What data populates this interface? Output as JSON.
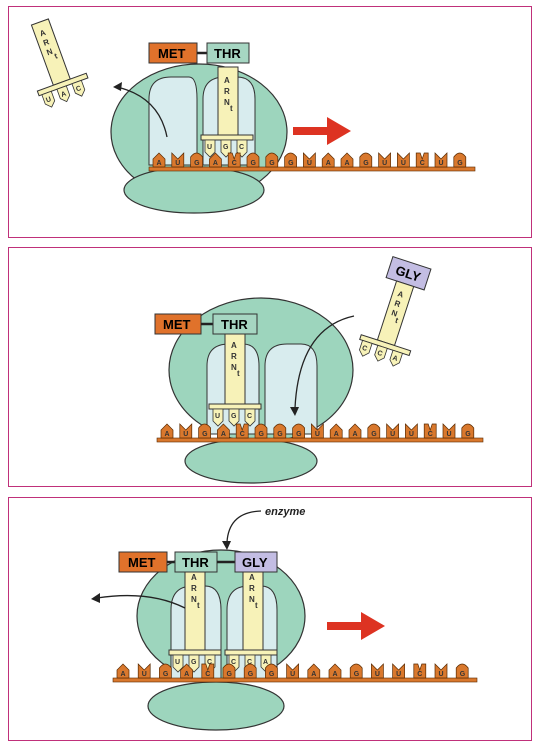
{
  "panel1": {
    "amino_acids": [
      "MET",
      "THR"
    ],
    "leaving_trna": {
      "letters": [
        "A",
        "R",
        "N",
        "t"
      ],
      "anticodon": [
        "U",
        "A",
        "C"
      ]
    },
    "site_trna": {
      "letters": [
        "A",
        "R",
        "N",
        "t"
      ],
      "anticodon": [
        "U",
        "G",
        "C"
      ]
    },
    "mrna": [
      "A",
      "U",
      "G",
      "A",
      "C",
      "G",
      "G",
      "G",
      "U",
      "A",
      "A",
      "G",
      "U",
      "U",
      "C",
      "U",
      "G"
    ]
  },
  "panel2": {
    "amino_acids": [
      "MET",
      "THR"
    ],
    "incoming_aa": "GLY",
    "incoming_trna": {
      "letters": [
        "A",
        "R",
        "N",
        "t"
      ],
      "anticodon": [
        "C",
        "C",
        "A"
      ]
    },
    "site_trna": {
      "letters": [
        "A",
        "R",
        "N",
        "t"
      ],
      "anticodon": [
        "U",
        "G",
        "C"
      ]
    },
    "mrna": [
      "A",
      "U",
      "G",
      "A",
      "C",
      "G",
      "G",
      "G",
      "U",
      "A",
      "A",
      "G",
      "U",
      "U",
      "C",
      "U",
      "G"
    ]
  },
  "panel3": {
    "amino_acids": [
      "MET",
      "THR",
      "GLY"
    ],
    "enzyme_label": "enzyme",
    "trna_left": {
      "letters": [
        "A",
        "R",
        "N",
        "t"
      ],
      "anticodon": [
        "U",
        "G",
        "C"
      ]
    },
    "trna_right": {
      "letters": [
        "A",
        "R",
        "N",
        "t"
      ],
      "anticodon": [
        "C",
        "C",
        "A"
      ]
    },
    "mrna": [
      "A",
      "U",
      "G",
      "A",
      "C",
      "G",
      "G",
      "G",
      "U",
      "A",
      "A",
      "G",
      "U",
      "U",
      "C",
      "U",
      "G"
    ]
  },
  "colors": {
    "ribosome": "#9dd5bd",
    "site": "#d8ecee",
    "trna": "#f7f2b8",
    "met": "#e0722b",
    "thr": "#a6d6c2",
    "gly": "#c3bde3",
    "mrna": "#d9782d",
    "arrow": "#dd3322"
  }
}
